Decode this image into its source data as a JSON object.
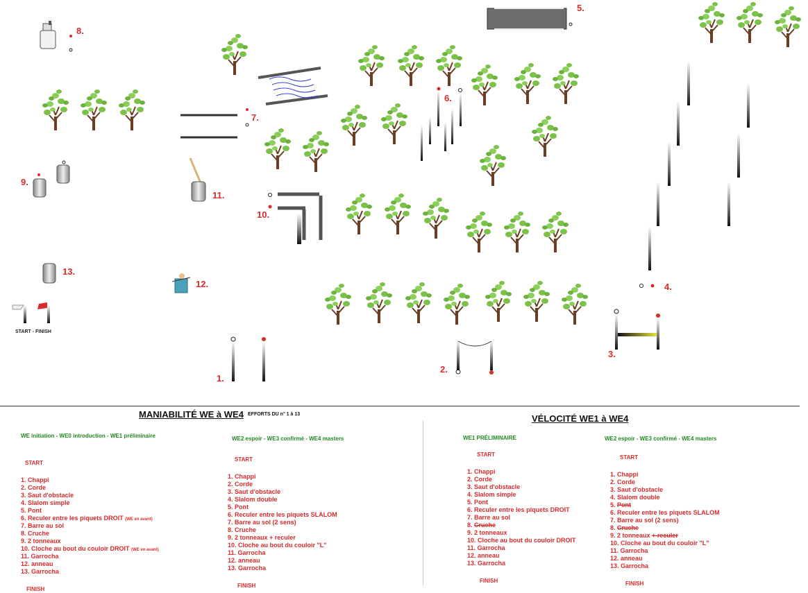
{
  "map": {
    "labels": [
      "1.",
      "2.",
      "3.",
      "4.",
      "5.",
      "6.",
      "7.",
      "8.",
      "9.",
      "10.",
      "11.",
      "12.",
      "13."
    ],
    "start_finish": "START  -  FINISH"
  },
  "maniabilite": {
    "title": "MANIABILITÉ WE à WE4",
    "subtitle": "EFFORTS DU n° 1 à 13",
    "left": {
      "group": "WE initiation - WE0 introduction - WE1 préliminaire",
      "start": "START",
      "items": [
        {
          "n": "1.",
          "t": "Chappi",
          "note": ""
        },
        {
          "n": "2.",
          "t": "Corde",
          "note": ""
        },
        {
          "n": "3.",
          "t": "Saut d'obstacle",
          "note": ""
        },
        {
          "n": "4.",
          "t": "Slalom simple",
          "note": ""
        },
        {
          "n": "5.",
          "t": "Pont",
          "note": ""
        },
        {
          "n": "6.",
          "t": "Reculer entre les piquets DROIT",
          "note": "(WE en avant)"
        },
        {
          "n": "7.",
          "t": "Barre au sol",
          "note": ""
        },
        {
          "n": "8.",
          "t": "Cruche",
          "note": ""
        },
        {
          "n": "9.",
          "t": "2 tonneaux",
          "note": ""
        },
        {
          "n": "10.",
          "t": "Cloche au bout du couloir DROIT",
          "note": "(WE en avant)"
        },
        {
          "n": "11.",
          "t": "Garrocha",
          "note": ""
        },
        {
          "n": "12.",
          "t": "anneau",
          "note": ""
        },
        {
          "n": "13.",
          "t": "Garrocha",
          "note": ""
        }
      ],
      "finish": "FINISH"
    },
    "right": {
      "group": "WE2 espoir - WE3 confirmé - WE4 masters",
      "start": "START",
      "items": [
        {
          "n": "1.",
          "t": "Chappi"
        },
        {
          "n": "2.",
          "t": "Corde"
        },
        {
          "n": "3.",
          "t": "Saut d'obstacle"
        },
        {
          "n": "4.",
          "t": "Slalom double"
        },
        {
          "n": "5.",
          "t": "Pont"
        },
        {
          "n": "6.",
          "t": "Reculer entre les piquets SLALOM"
        },
        {
          "n": "7.",
          "t": "Barre au sol (2 sens)"
        },
        {
          "n": "8.",
          "t": "Cruche"
        },
        {
          "n": "9.",
          "t": "2 tonneaux + reculer"
        },
        {
          "n": "10.",
          "t": "Cloche au bout du couloir \"L\""
        },
        {
          "n": "11.",
          "t": "Garrocha"
        },
        {
          "n": "12.",
          "t": "anneau"
        },
        {
          "n": "13.",
          "t": "Garrocha"
        }
      ],
      "finish": "FINISH"
    }
  },
  "velocite": {
    "title": "VÉLOCITÉ WE1 à WE4",
    "left": {
      "group": "WE1 PRÉLIMINAIRE",
      "start": "START",
      "items": [
        {
          "n": "1.",
          "t": "Chappi"
        },
        {
          "n": "2.",
          "t": "Corde"
        },
        {
          "n": "3.",
          "t": "Saut d'obstacle"
        },
        {
          "n": "4.",
          "t": "Slalom simple"
        },
        {
          "n": "5.",
          "t": "Pont"
        },
        {
          "n": "6.",
          "t": "Reculer entre les piquets  DROIT"
        },
        {
          "n": "7.",
          "t": "Barre au sol"
        },
        {
          "n": "8.",
          "t": "Cruche",
          "strike": true
        },
        {
          "n": "9.",
          "t": "2 tonneaux"
        },
        {
          "n": "10.",
          "t": "Cloche au bout du couloir DROIT"
        },
        {
          "n": "11.",
          "t": "Garrocha"
        },
        {
          "n": "12.",
          "t": "anneau"
        },
        {
          "n": "13.",
          "t": "Garrocha"
        }
      ],
      "finish": "FINISH"
    },
    "right": {
      "group": "WE2 espoir - WE3 confirmé - WE4 masters",
      "start": "START",
      "items": [
        {
          "n": "1.",
          "t": "Chappi"
        },
        {
          "n": "2.",
          "t": "Corde"
        },
        {
          "n": "3.",
          "t": "Saut d'obstacle"
        },
        {
          "n": "4.",
          "t": "Slalom double"
        },
        {
          "n": "5.",
          "t": "Pont",
          "strike": true
        },
        {
          "n": "6.",
          "t": "Reculer entre les piquets SLALOM"
        },
        {
          "n": "7.",
          "t": "Barre au sol (2 sens)"
        },
        {
          "n": "8.",
          "t": "Cruche",
          "strike": true
        },
        {
          "n": "9.",
          "t": "2 tonneaux",
          "extra": "+ reculer",
          "extra_strike": true
        },
        {
          "n": "10.",
          "t": "Cloche au bout du couloir \"L\""
        },
        {
          "n": "11.",
          "t": "Garrocha"
        },
        {
          "n": "12.",
          "t": "anneau"
        },
        {
          "n": "13.",
          "t": "Garrocha"
        }
      ],
      "finish": "FINISH"
    }
  },
  "colors": {
    "label_red": "#d92b2b",
    "group_green": "#1f8a1f",
    "leaf": "#7cc24a",
    "trunk": "#6b3d22"
  }
}
